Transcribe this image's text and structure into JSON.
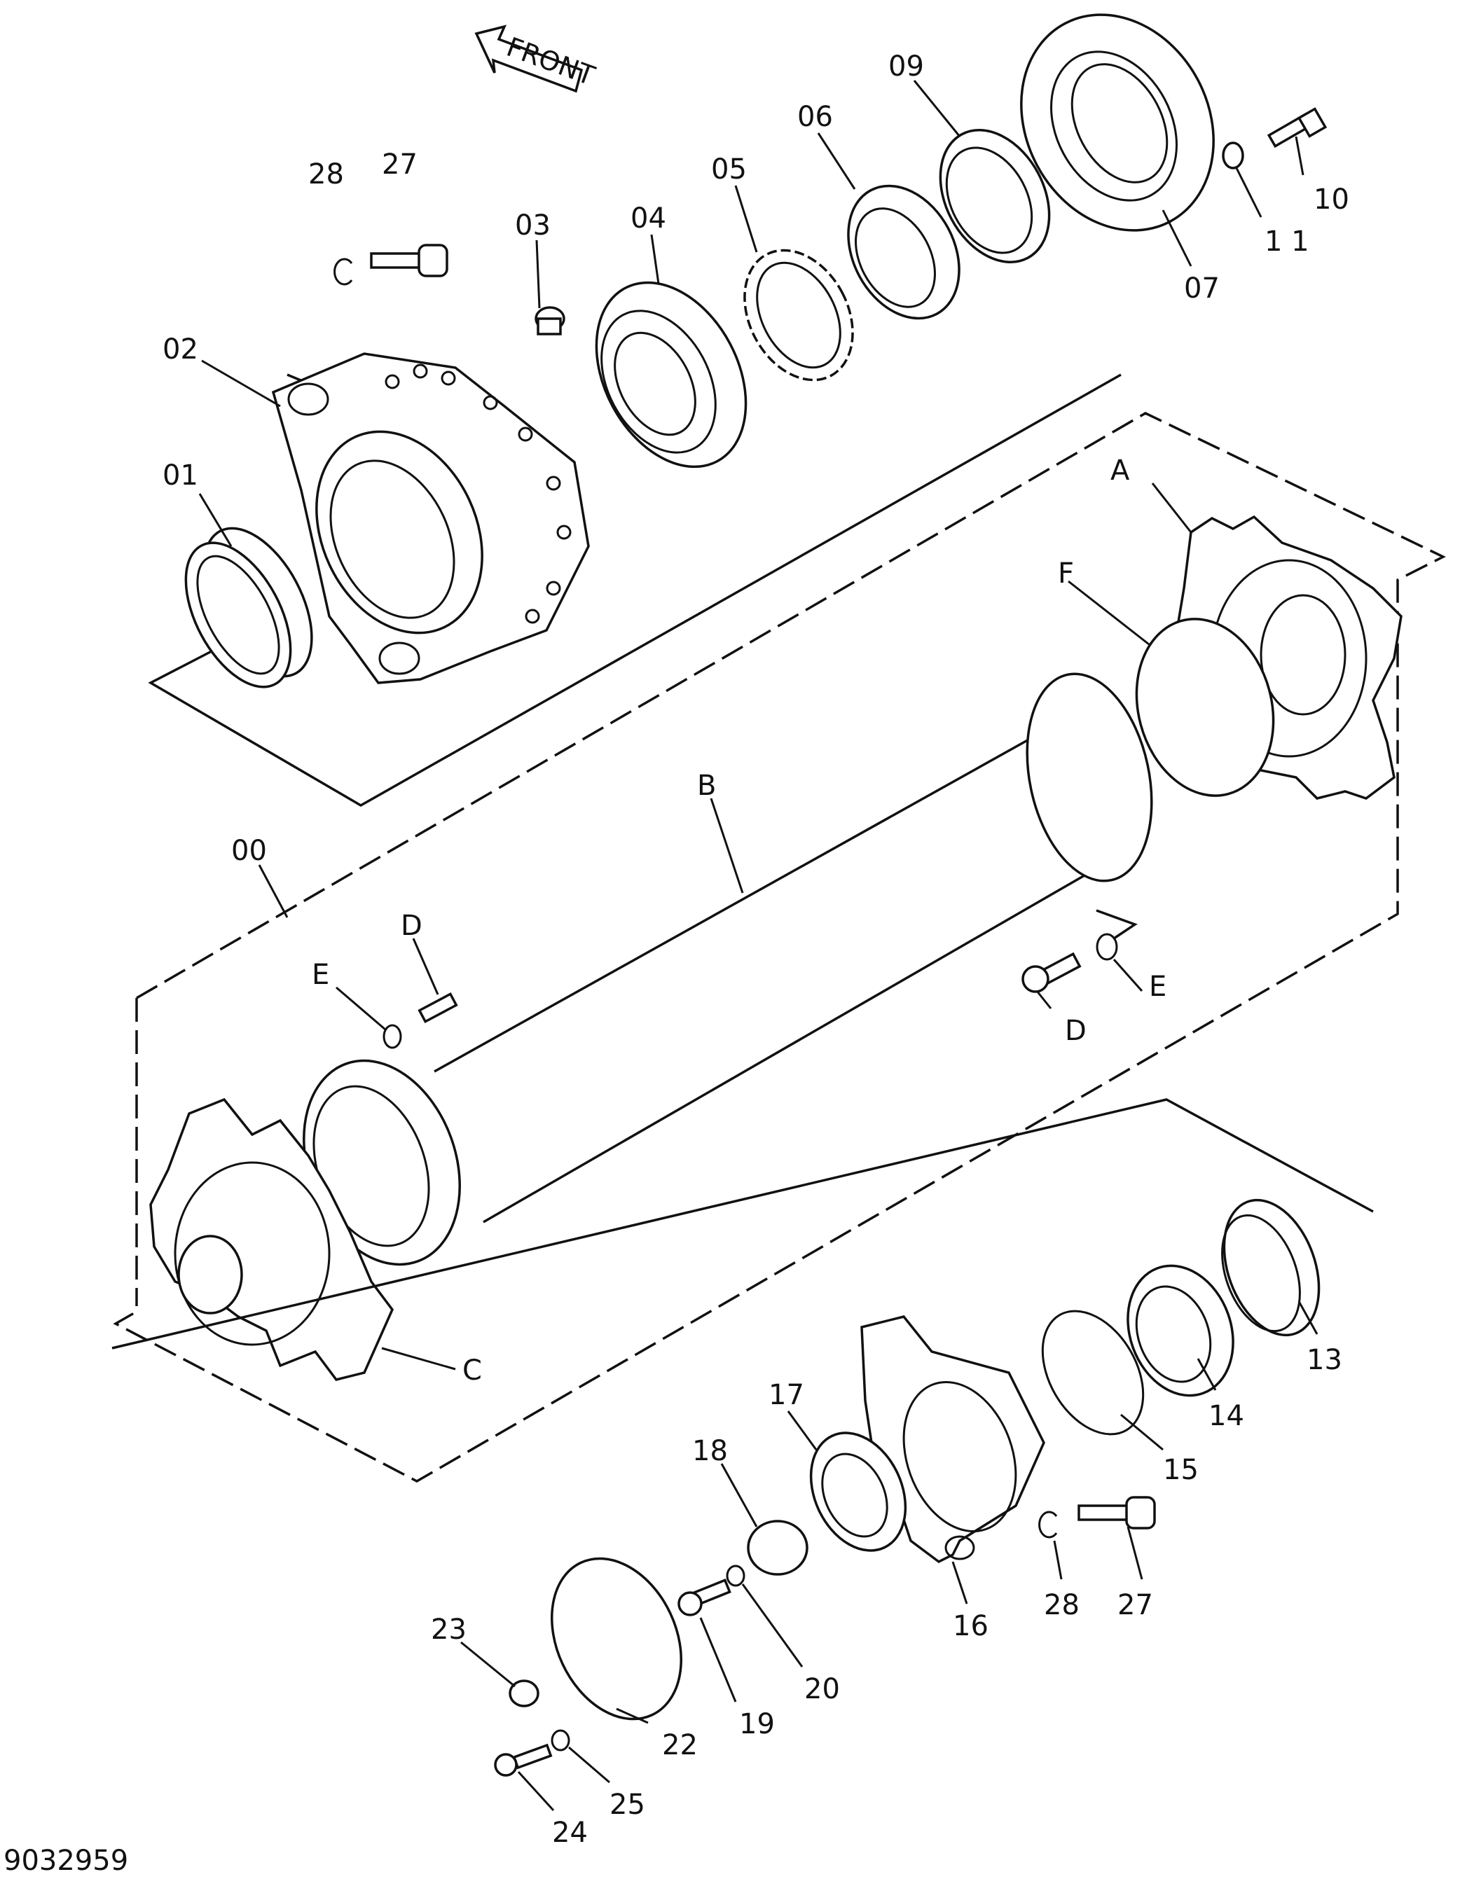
{
  "front_label": "FRONT",
  "figure_number": "9032959",
  "callouts": {
    "c00": "00",
    "c01": "01",
    "c02": "02",
    "c03": "03",
    "c04": "04",
    "c05": "05",
    "c06": "06",
    "c07": "07",
    "c09": "09",
    "c10": "10",
    "c11": "1 1",
    "c13": "13",
    "c14": "14",
    "c15": "15",
    "c16": "16",
    "c17": "17",
    "c18": "18",
    "c19": "19",
    "c20": "20",
    "c22": "22",
    "c23": "23",
    "c24": "24",
    "c25": "25",
    "c27a": "27",
    "c28a": "28",
    "c27b": "27",
    "c28b": "28",
    "cA": "A",
    "cB": "B",
    "cC": "C",
    "cD1": "D",
    "cD2": "D",
    "cE1": "E",
    "cE2": "E",
    "cF": "F"
  }
}
